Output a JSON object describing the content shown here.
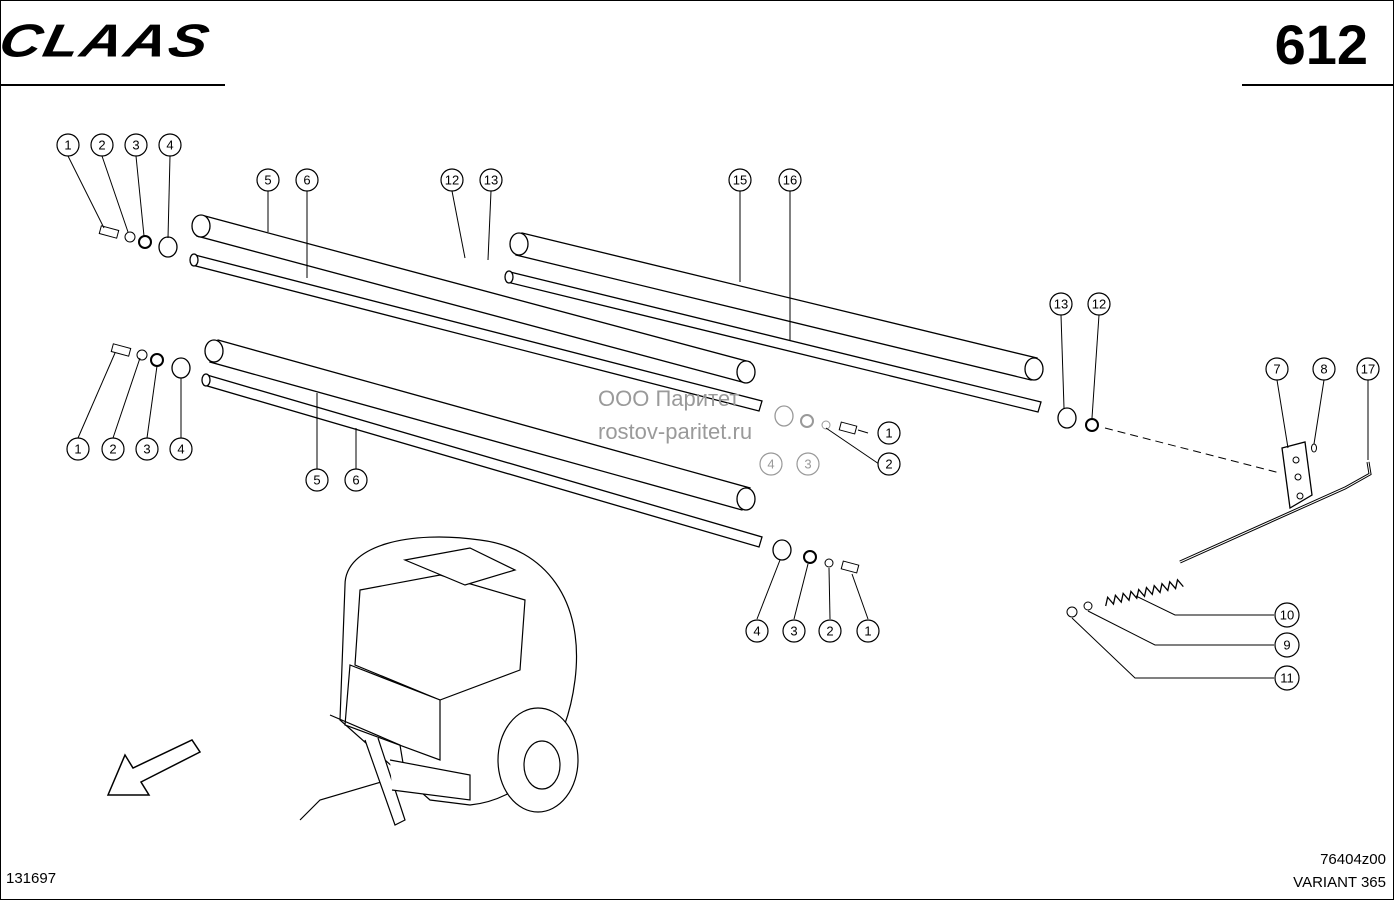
{
  "header": {
    "brand": "CLAAS",
    "page_number": "612"
  },
  "footer": {
    "left_code": "131697",
    "drawing_code": "76404z00",
    "model": "VARIANT 365"
  },
  "watermark": {
    "line1": "ООО Паритет",
    "line2": "rostov-paritet.ru"
  },
  "callouts": [
    {
      "label": "1"
    },
    {
      "label": "2"
    },
    {
      "label": "3"
    },
    {
      "label": "4"
    },
    {
      "label": "5"
    },
    {
      "label": "6"
    },
    {
      "label": "12"
    },
    {
      "label": "13"
    },
    {
      "label": "15"
    },
    {
      "label": "16"
    },
    {
      "label": "1"
    },
    {
      "label": "2"
    },
    {
      "label": "3"
    },
    {
      "label": "4"
    },
    {
      "label": "5"
    },
    {
      "label": "6"
    },
    {
      "label": "4"
    },
    {
      "label": "3"
    },
    {
      "label": "1"
    },
    {
      "label": "2"
    },
    {
      "label": "13"
    },
    {
      "label": "12"
    },
    {
      "label": "7"
    },
    {
      "label": "8"
    },
    {
      "label": "17"
    },
    {
      "label": "4"
    },
    {
      "label": "3"
    },
    {
      "label": "2"
    },
    {
      "label": "1"
    },
    {
      "label": "10"
    },
    {
      "label": "9"
    },
    {
      "label": "11"
    }
  ],
  "colors": {
    "line": "#000000",
    "watermark": "#9a9a9a",
    "background": "#ffffff"
  }
}
